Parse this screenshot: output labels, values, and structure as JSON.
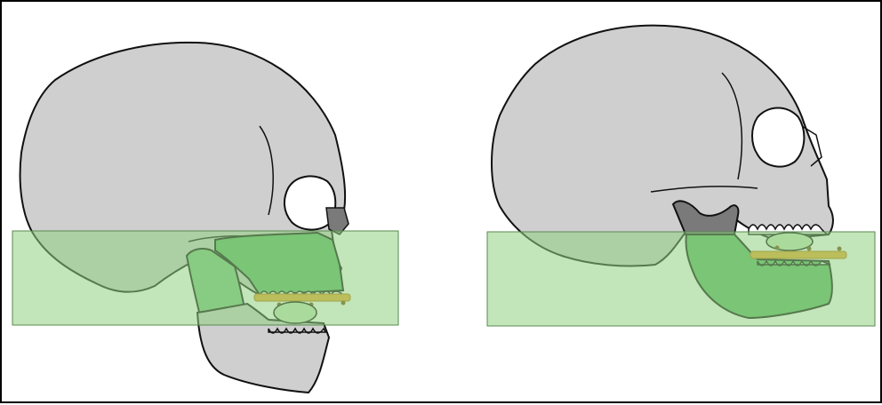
{
  "figure": {
    "panels": [
      {
        "id": "left",
        "subject": "skull-lateral-view-mouth-open"
      },
      {
        "id": "right",
        "subject": "skull-lateral-view-mouth-closed"
      }
    ],
    "colors": {
      "bone": "#cfcfcf",
      "outline": "#111111",
      "band": "#b3dba6",
      "mandible_highlight": "#5fb86a",
      "dark_region": "#7a7a7a",
      "appliance_bar": "#f0a830",
      "background": "#ffffff"
    },
    "icons": [
      "skull-left",
      "skull-right",
      "occlusal-plate"
    ]
  }
}
